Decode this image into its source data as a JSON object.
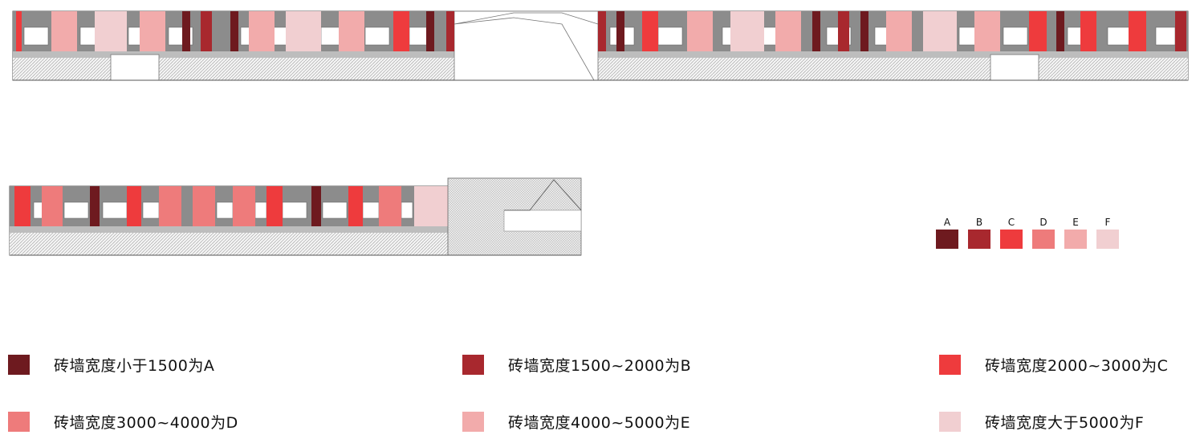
{
  "swatches": [
    {
      "letter": "A",
      "color": "#6e1a1f"
    },
    {
      "letter": "B",
      "color": "#a8282e"
    },
    {
      "letter": "C",
      "color": "#ee3b3d"
    },
    {
      "letter": "D",
      "color": "#ee7b7b"
    },
    {
      "letter": "E",
      "color": "#f2abab"
    },
    {
      "letter": "F",
      "color": "#f1cfd1"
    }
  ],
  "legend": [
    {
      "text": "砖墙宽度小于1500为A",
      "color": "#6e1a1f"
    },
    {
      "text": "砖墙宽度1500~2000为B",
      "color": "#a8282e"
    },
    {
      "text": "砖墙宽度2000~3000为C",
      "color": "#ee3b3d"
    },
    {
      "text": "砖墙宽度3000~4000为D",
      "color": "#ee7b7b"
    },
    {
      "text": "砖墙宽度4000~5000为E",
      "color": "#f2abab"
    },
    {
      "text": "砖墙宽度大于5000为F",
      "color": "#f1cfd1"
    }
  ]
}
